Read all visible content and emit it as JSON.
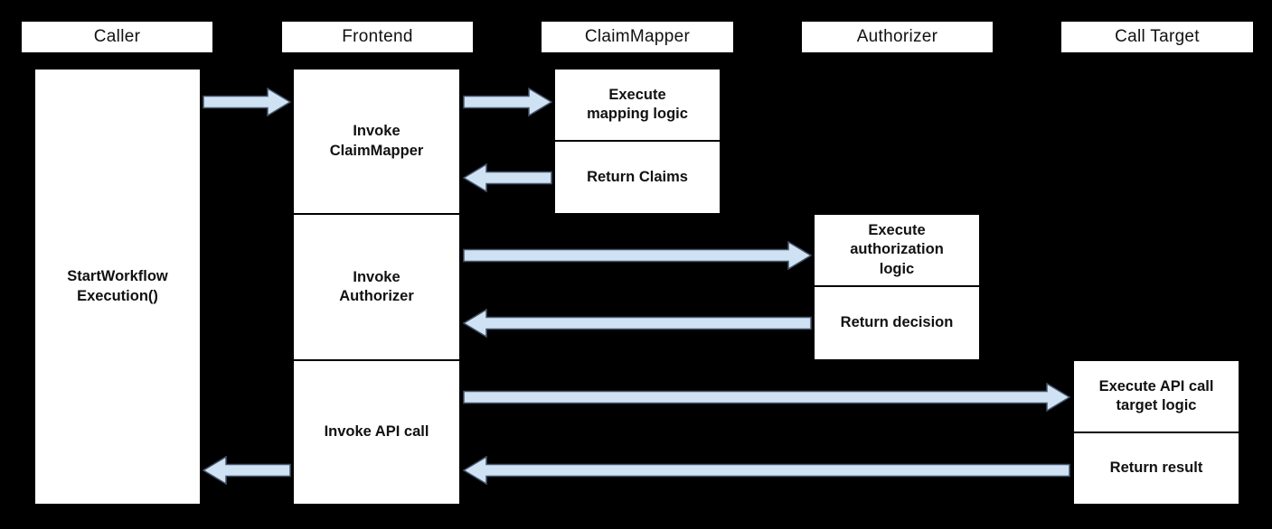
{
  "colors": {
    "background": "#000000",
    "box_bg": "#ffffff",
    "box_border": "#000000",
    "text": "#111111",
    "arrow_fill": "#cfe2f3",
    "arrow_stroke": "#44546a"
  },
  "lanes": {
    "caller": "Caller",
    "frontend": "Frontend",
    "claimmapper": "ClaimMapper",
    "authorizer": "Authorizer",
    "calltarget": "Call Target"
  },
  "nodes": {
    "start": "StartWorkflow\nExecution()",
    "invoke_claimmapper": "Invoke\nClaimMapper",
    "invoke_authorizer": "Invoke\nAuthorizer",
    "invoke_api_call": "Invoke API call",
    "execute_mapping_logic": "Execute\nmapping logic",
    "return_claims": "Return Claims",
    "execute_authorization_logic": "Execute\nauthorization\nlogic",
    "return_decision": "Return decision",
    "execute_api_target_logic": "Execute API call\ntarget logic",
    "return_result": "Return result"
  },
  "arrows": [
    {
      "name": "arrow-caller-to-frontend",
      "from": "Caller",
      "to": "Frontend"
    },
    {
      "name": "arrow-frontend-to-claimmapper",
      "from": "Frontend",
      "to": "ClaimMapper"
    },
    {
      "name": "arrow-claimmapper-to-frontend",
      "from": "ClaimMapper",
      "to": "Frontend"
    },
    {
      "name": "arrow-frontend-to-authorizer",
      "from": "Frontend",
      "to": "Authorizer"
    },
    {
      "name": "arrow-authorizer-to-frontend",
      "from": "Authorizer",
      "to": "Frontend"
    },
    {
      "name": "arrow-frontend-to-calltarget",
      "from": "Frontend",
      "to": "Call Target"
    },
    {
      "name": "arrow-calltarget-to-frontend",
      "from": "Call Target",
      "to": "Frontend"
    },
    {
      "name": "arrow-frontend-to-caller",
      "from": "Frontend",
      "to": "Caller"
    }
  ]
}
